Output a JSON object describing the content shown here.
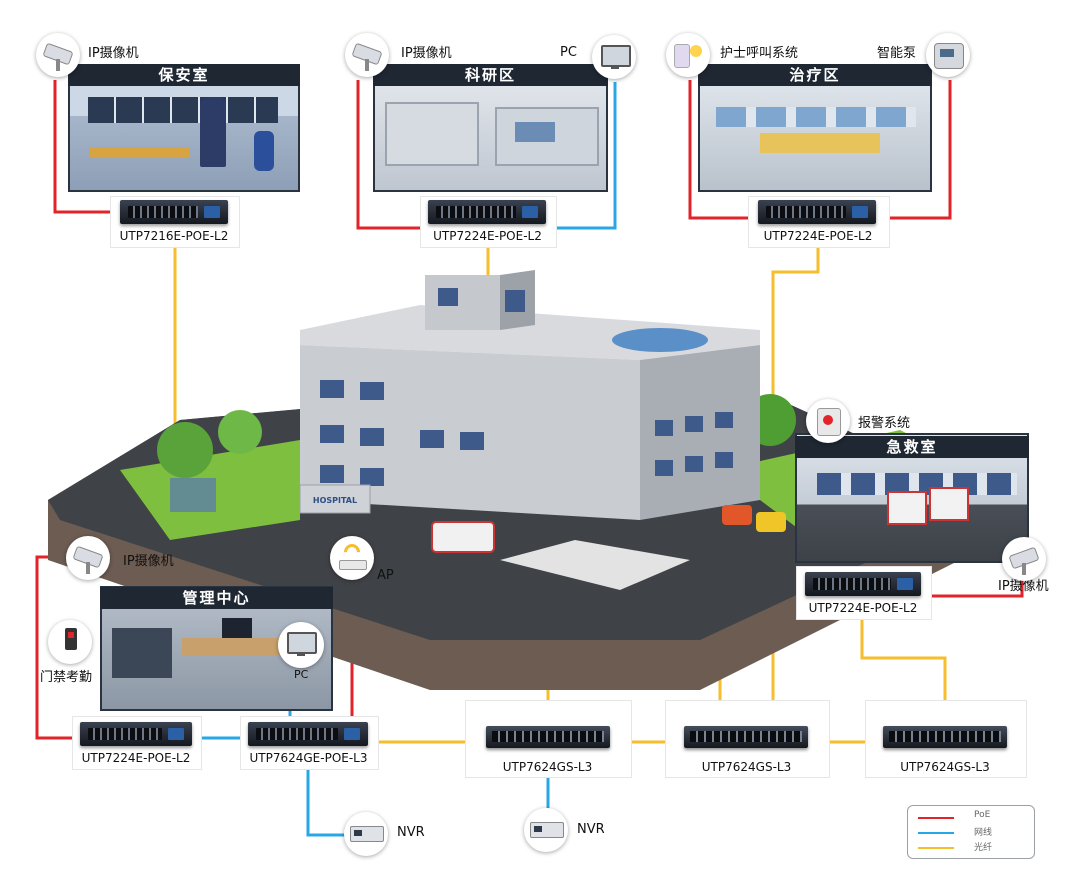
{
  "colors": {
    "poe": "#e2232a",
    "lan": "#28a7e6",
    "fiber": "#f6bd2c"
  },
  "rooms": {
    "security": {
      "title": "保安室"
    },
    "research": {
      "title": "科研区"
    },
    "treatment": {
      "title": "治疗区"
    },
    "emergency": {
      "title": "急救室"
    },
    "management": {
      "title": "管理中心"
    }
  },
  "devices": {
    "cam1": {
      "label": "IP摄像机",
      "icon": "ip-camera-icon"
    },
    "cam2": {
      "label": "IP摄像机",
      "icon": "ip-camera-icon"
    },
    "pc1": {
      "label": "PC",
      "icon": "pc-monitor-icon"
    },
    "nurse": {
      "label": "护士呼叫系统",
      "icon": "nurse-call-icon"
    },
    "pump": {
      "label": "智能泵",
      "icon": "smart-pump-icon"
    },
    "alarm": {
      "label": "报警系统",
      "icon": "alarm-icon"
    },
    "cam3": {
      "label": "IP摄像机",
      "icon": "ip-camera-icon"
    },
    "cam4": {
      "label": "IP摄像机",
      "icon": "ip-camera-icon"
    },
    "ap": {
      "label": "AP",
      "icon": "wifi-ap-icon"
    },
    "access": {
      "label": "门禁考勤",
      "icon": "access-control-icon"
    },
    "pc2": {
      "label": "PC",
      "icon": "pc-monitor-icon"
    },
    "nvr1": {
      "label": "NVR",
      "icon": "nvr-icon"
    },
    "nvr2": {
      "label": "NVR",
      "icon": "nvr-icon"
    }
  },
  "switches": {
    "sw_security": "UTP7216E-POE-L2",
    "sw_research": "UTP7224E-POE-L2",
    "sw_treatment": "UTP7224E-POE-L2",
    "sw_emergency": "UTP7224E-POE-L2",
    "sw_mgmt_access": "UTP7224E-POE-L2",
    "sw_mgmt_agg": "UTP7624GE-POE-L3",
    "core1": "UTP7624GS-L3",
    "core2": "UTP7624GS-L3",
    "core3": "UTP7624GS-L3"
  },
  "building": {
    "sign": "HOSPITAL"
  },
  "legend": [
    {
      "label": "PoE",
      "type": "poe"
    },
    {
      "label": "网线",
      "type": "lan"
    },
    {
      "label": "光纤",
      "type": "fiber"
    }
  ]
}
